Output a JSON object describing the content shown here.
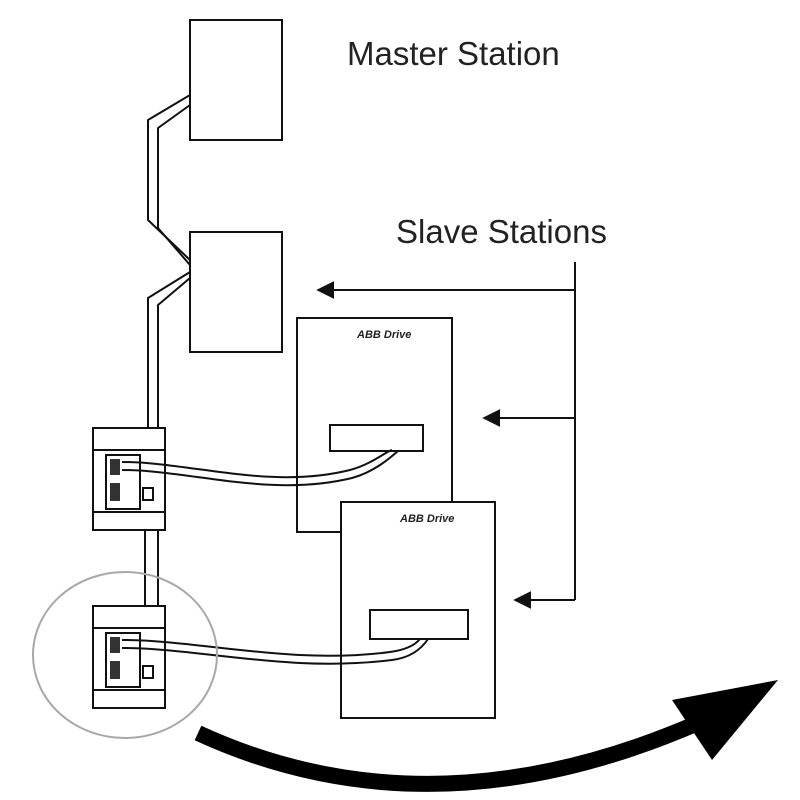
{
  "labels": {
    "master": "Master Station",
    "slaves": "Slave Stations"
  },
  "drives": [
    {
      "label": "ABB Drive"
    },
    {
      "label": "ABB Drive"
    }
  ],
  "colors": {
    "line": "#111111",
    "highlight_circle": "#a8a8a8",
    "arrow": "#000000"
  },
  "icons": [
    "master-station-box",
    "slave-station-box",
    "bus-connector",
    "abb-drive",
    "signal-flow-arrow"
  ]
}
